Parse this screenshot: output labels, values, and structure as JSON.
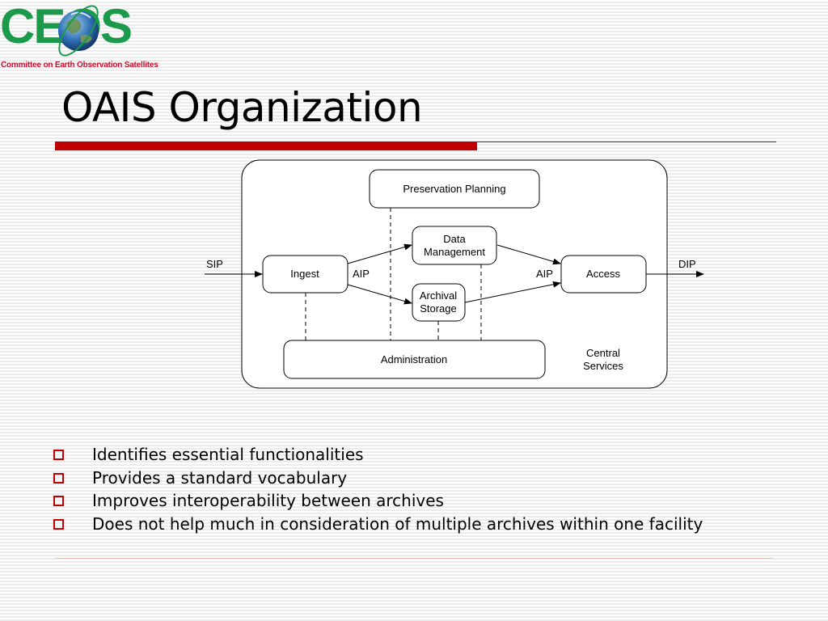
{
  "logo": {
    "wordmark": "CEOS",
    "tagline": "Committee on Earth Observation Satellites"
  },
  "title": "OAIS Organization",
  "diagram": {
    "boxes": {
      "preservation_planning": "Preservation Planning",
      "data_management": [
        "Data",
        "Management"
      ],
      "archival_storage": [
        "Archival",
        "Storage"
      ],
      "ingest": "Ingest",
      "access": "Access",
      "administration": "Administration",
      "central_services": [
        "Central",
        "Services"
      ]
    },
    "labels": {
      "sip": "SIP",
      "aip_left": "AIP",
      "aip_right": "AIP",
      "dip": "DIP"
    }
  },
  "bullets": [
    "Identifies essential functionalities",
    "Provides a standard vocabulary",
    "Improves interoperability between archives",
    "Does not help much in consideration of multiple archives within one facility"
  ],
  "colors": {
    "accent_red": "#c00000",
    "logo_green": "#1a9a4a",
    "logo_red": "#c8102e"
  }
}
